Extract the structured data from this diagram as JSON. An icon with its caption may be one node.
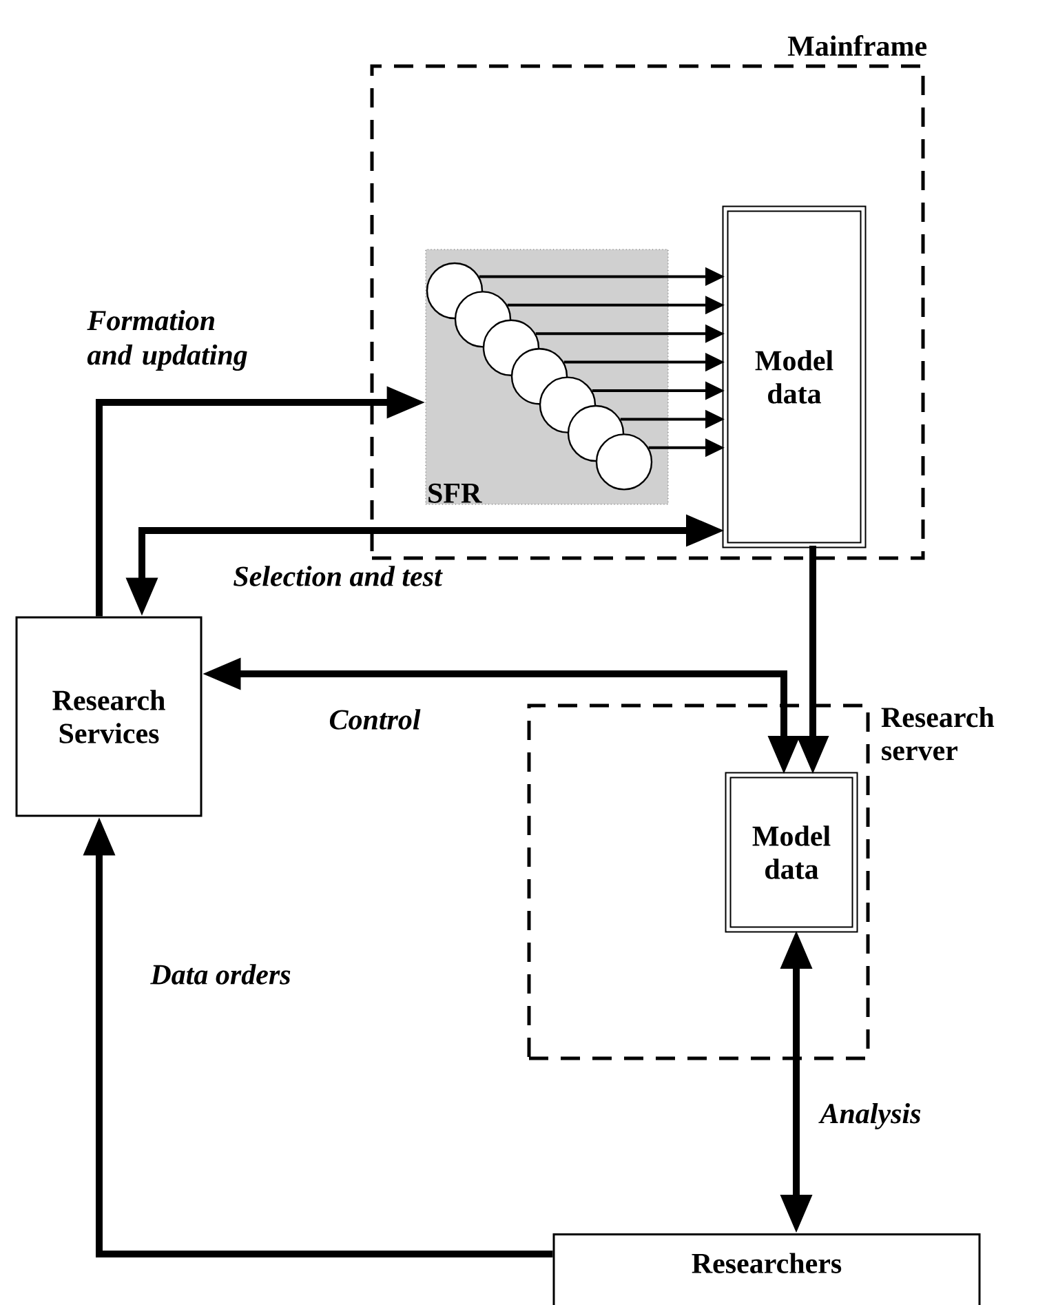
{
  "diagram": {
    "nodes": [
      {
        "text": [
          "Mainframe"
        ]
      },
      {
        "text": [
          "SFR"
        ],
        "in": 0
      },
      {
        "text": [],
        "shape": "circle",
        "in": 1
      },
      {
        "text": [],
        "shape": "circle",
        "in": 1
      },
      {
        "text": [],
        "shape": "circle",
        "in": 1
      },
      {
        "text": [],
        "shape": "circle",
        "in": 1
      },
      {
        "text": [],
        "shape": "circle",
        "in": 1
      },
      {
        "text": [],
        "shape": "circle",
        "in": 1
      },
      {
        "text": [],
        "shape": "circle",
        "in": 1
      },
      {
        "text": [
          "Model data"
        ],
        "in": 0
      },
      {
        "text": [
          "Research Services"
        ]
      },
      {
        "text": [
          "Research server"
        ]
      },
      {
        "text": [
          "Model data"
        ],
        "in": 11
      },
      {
        "text": [
          "Researchers"
        ]
      }
    ],
    "edges": [
      {
        "from": 2,
        "to": 9,
        "arrow": "to"
      },
      {
        "from": 3,
        "to": 9,
        "arrow": "to"
      },
      {
        "from": 4,
        "to": 9,
        "arrow": "to"
      },
      {
        "from": 5,
        "to": 9,
        "arrow": "to"
      },
      {
        "from": 6,
        "to": 9,
        "arrow": "to"
      },
      {
        "from": 7,
        "to": 9,
        "arrow": "to"
      },
      {
        "from": 8,
        "to": 9,
        "arrow": "to"
      },
      {
        "from": 10,
        "to": 1,
        "arrow": "to",
        "label": "Formation and updating",
        "style": "thick"
      },
      {
        "from": 10,
        "to": 9,
        "arrow": "both",
        "label": "Selection and test",
        "style": "thick"
      },
      {
        "from": 10,
        "to": 12,
        "arrow": "both",
        "label": "Control",
        "style": "thick"
      },
      {
        "from": 9,
        "to": 12,
        "arrow": "to",
        "style": "thick"
      },
      {
        "from": 12,
        "to": 13,
        "arrow": "both",
        "label": "Analysis",
        "style": "thick"
      },
      {
        "from": 13,
        "to": 10,
        "arrow": "to",
        "label": "Data orders",
        "style": "thick"
      }
    ]
  }
}
